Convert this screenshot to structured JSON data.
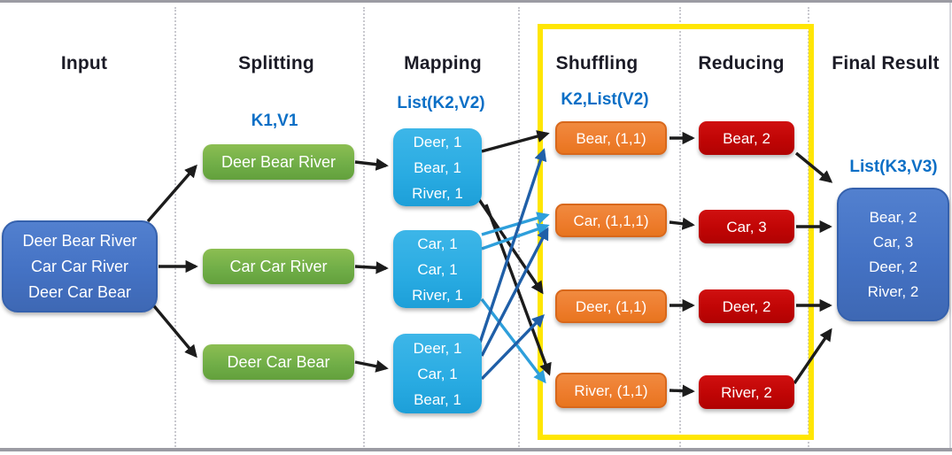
{
  "columns": [
    {
      "id": "input",
      "label": "Input"
    },
    {
      "id": "splitting",
      "label": "Splitting",
      "sublabel": "K1,V1"
    },
    {
      "id": "mapping",
      "label": "Mapping",
      "sublabel": "List(K2,V2)"
    },
    {
      "id": "shuffling",
      "label": "Shuffling",
      "sublabel": "K2,List(V2)"
    },
    {
      "id": "reducing",
      "label": "Reducing"
    },
    {
      "id": "final",
      "label": "Final Result",
      "sublabel": "List(K3,V3)"
    }
  ],
  "input_box": {
    "lines": [
      "Deer Bear River",
      "Car Car River",
      "Deer Car Bear"
    ]
  },
  "split_boxes": [
    {
      "text": "Deer Bear River"
    },
    {
      "text": "Car Car River"
    },
    {
      "text": "Deer Car Bear"
    }
  ],
  "map_boxes": [
    {
      "lines": [
        "Deer, 1",
        "Bear, 1",
        "River, 1"
      ]
    },
    {
      "lines": [
        "Car, 1",
        "Car, 1",
        "River, 1"
      ]
    },
    {
      "lines": [
        "Deer, 1",
        "Car, 1",
        "Bear, 1"
      ]
    }
  ],
  "shuffle_boxes": [
    {
      "text": "Bear, (1,1)"
    },
    {
      "text": "Car, (1,1,1)"
    },
    {
      "text": "Deer, (1,1)"
    },
    {
      "text": "River, (1,1)"
    }
  ],
  "reduce_boxes": [
    {
      "text": "Bear, 2"
    },
    {
      "text": "Car, 3"
    },
    {
      "text": "Deer, 2"
    },
    {
      "text": "River, 2"
    }
  ],
  "final_box": {
    "lines": [
      "Bear, 2",
      "Car, 3",
      "Deer, 2",
      "River, 2"
    ]
  },
  "colors": {
    "box_blue": "#4472C4",
    "box_blue_border": "#3561AD",
    "box_green": "#6FAD47",
    "box_green_light": "#8CBE52",
    "box_cyan": "#29ABE2",
    "box_orange": "#EE7D2E",
    "box_orange_border": "#D8681C",
    "box_red": "#C00505",
    "label_blue": "#0B6FC6",
    "header_dark": "#1B1B26",
    "highlight_yellow": "#FFE603",
    "arrow_black": "#1C1C1C",
    "arrow_dark_blue": "#1F5FA8",
    "arrow_light_blue": "#2E9FDB",
    "divider_gray": "#C9C9CF",
    "frame_gray": "#9B9BA3"
  }
}
